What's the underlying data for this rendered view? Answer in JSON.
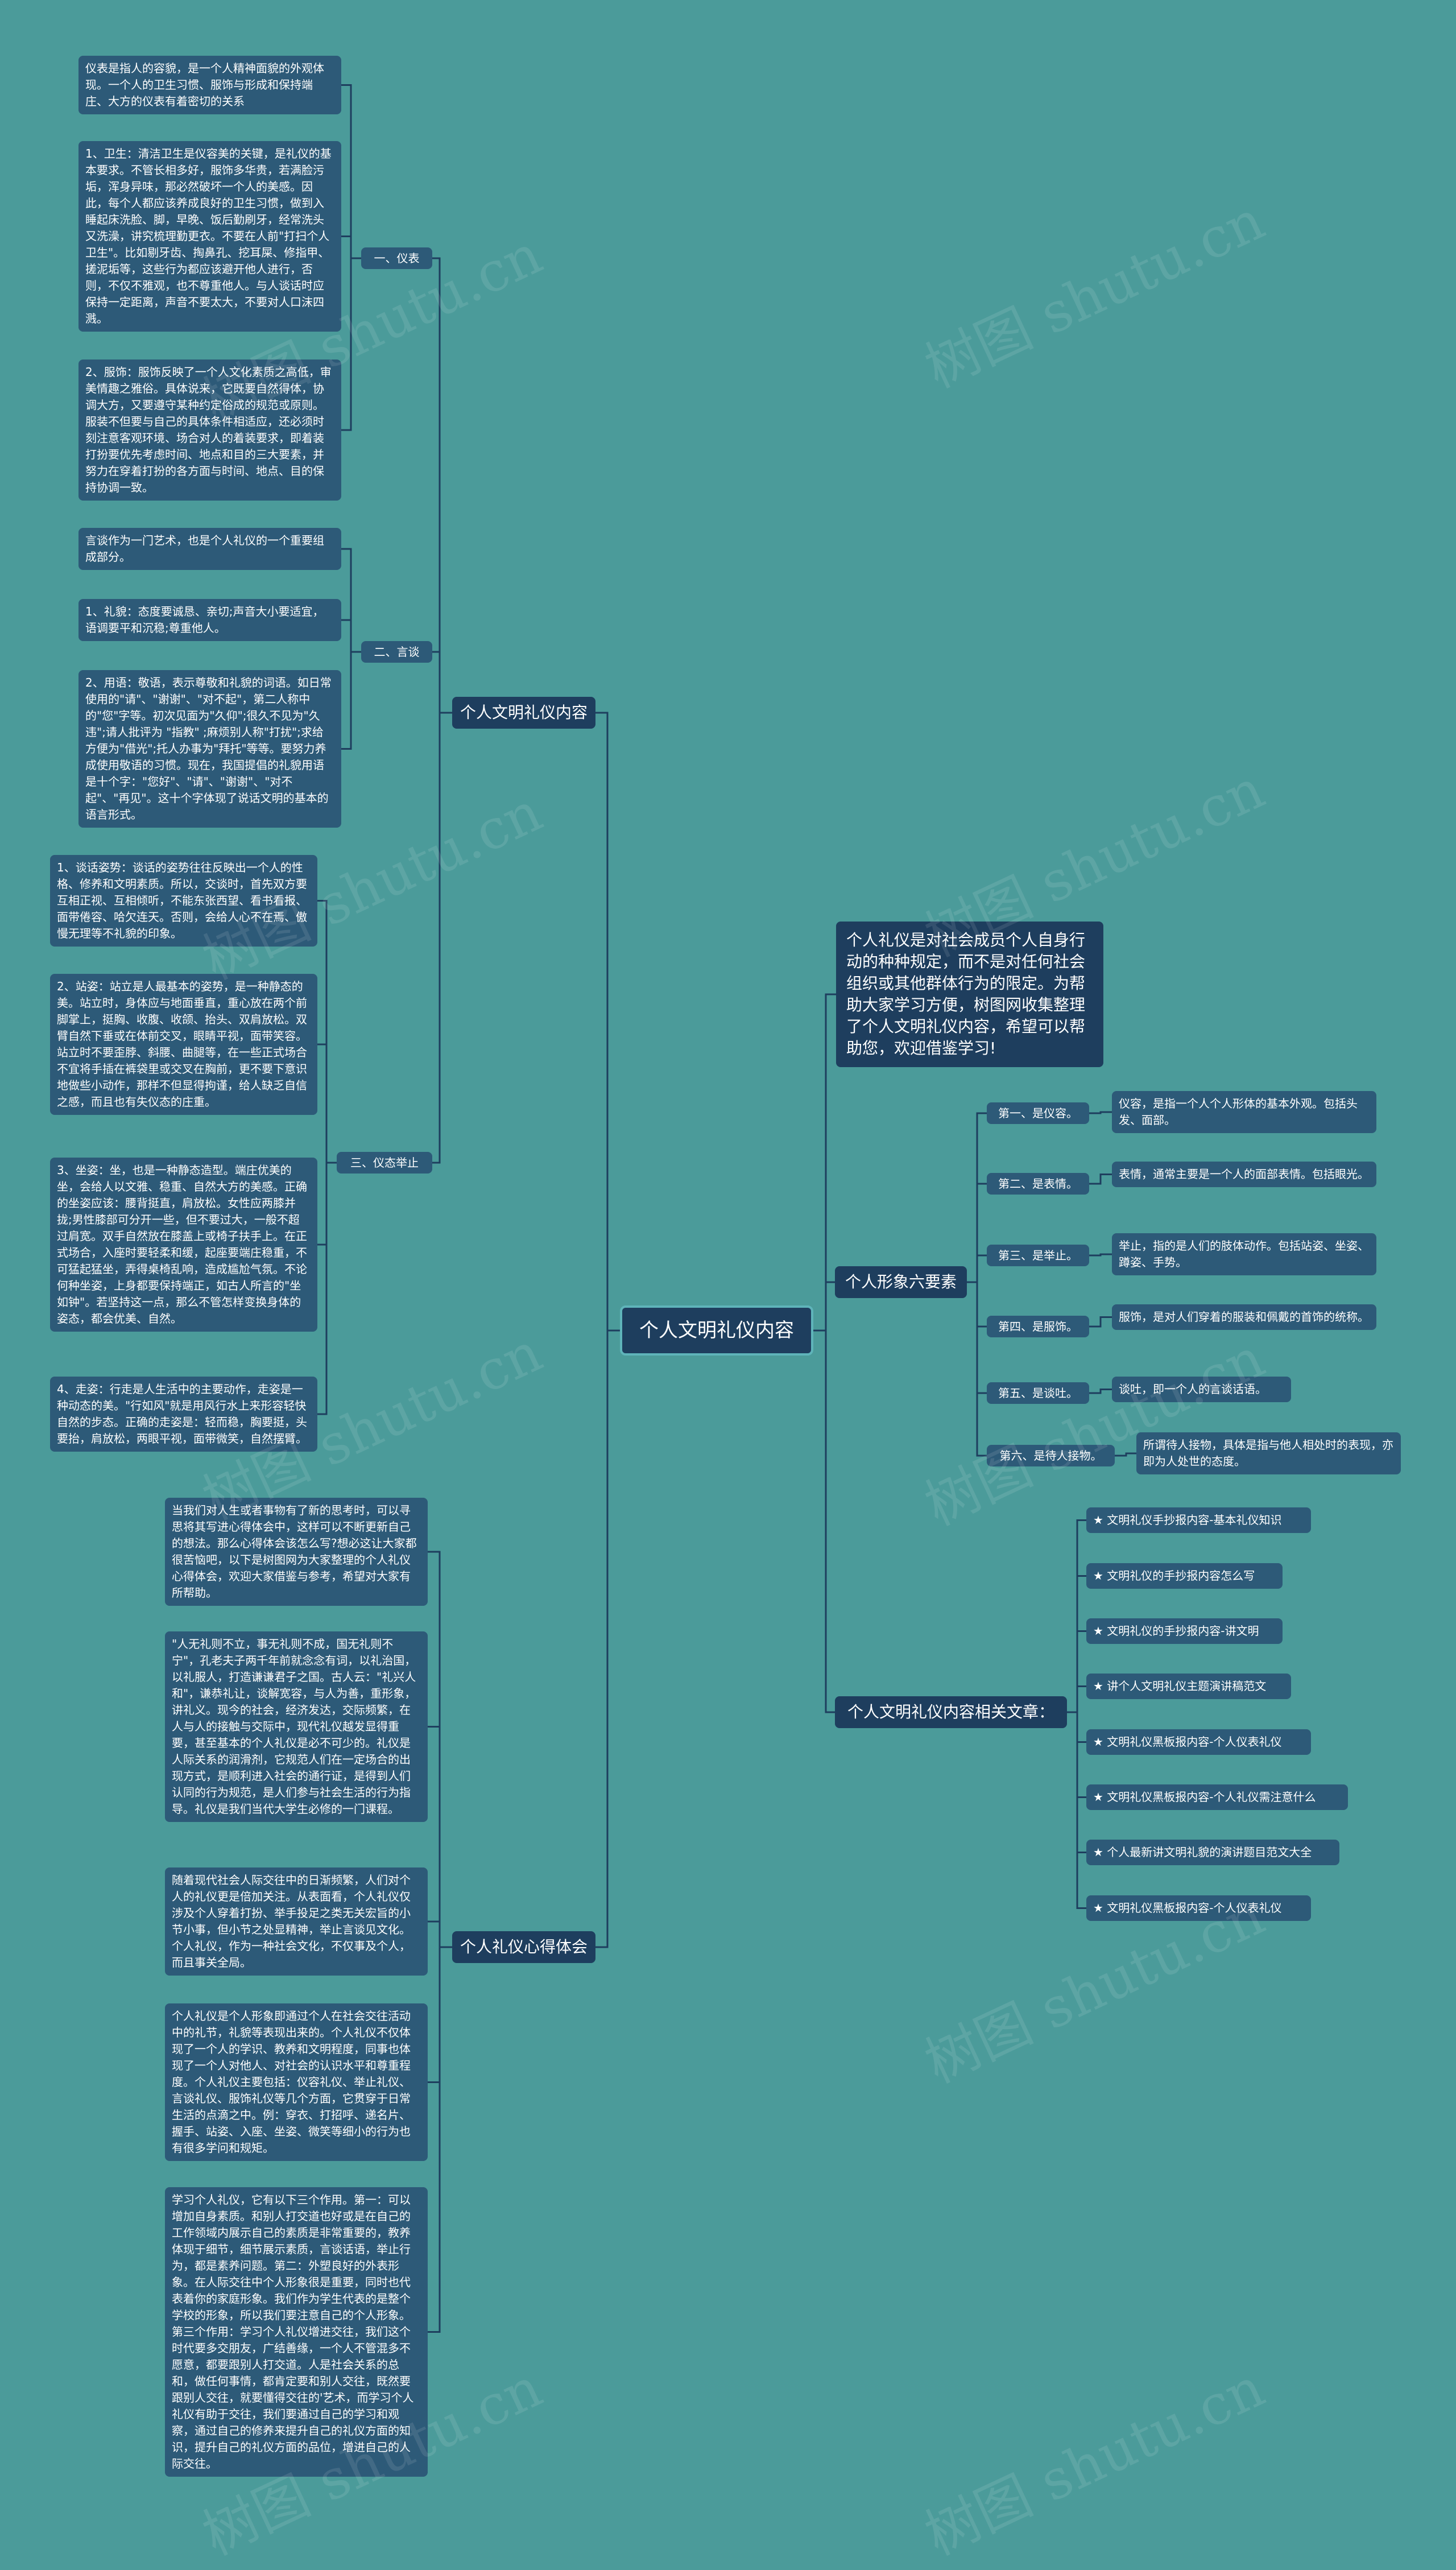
{
  "root": "个人文明礼仪内容",
  "intro": "个人礼仪是对社会成员个人自身行动的种种规定，而不是对任何社会组织或其他群体行为的限定。为帮助大家学习方便，树图网收集整理了个人文明礼仪内容，希望可以帮助您，欢迎借鉴学习!",
  "left": {
    "content": {
      "label": "个人文明礼仪内容",
      "groups": [
        {
          "label": "一、仪表",
          "items": [
            "仪表是指人的容貌，是一个人精神面貌的外观体现。一个人的卫生习惯、服饰与形成和保持端庄、大方的仪表有着密切的关系",
            "1、卫生：清洁卫生是仪容美的关键，是礼仪的基本要求。不管长相多好，服饰多华贵，若满脸污垢，浑身异味，那必然破坏一个人的美感。因此，每个人都应该养成良好的卫生习惯，做到入睡起床洗脸、脚，早晚、饭后勤刷牙，经常洗头又洗澡，讲究梳理勤更衣。不要在人前\"打扫个人卫生\"。比如剔牙齿、掏鼻孔、挖耳屎、修指甲、搓泥垢等，这些行为都应该避开他人进行，否则，不仅不雅观，也不尊重他人。与人谈话时应保持一定距离，声音不要太大，不要对人口沫四溅。",
            "2、服饰：服饰反映了一个人文化素质之高低，审美情趣之雅俗。具体说来，它既要自然得体，协调大方，又要遵守某种约定俗成的规范或原则。服装不但要与自己的具体条件相适应，还必须时刻注意客观环境、场合对人的着装要求，即着装打扮要优先考虑时间、地点和目的三大要素，并努力在穿着打扮的各方面与时间、地点、目的保持协调一致。"
          ]
        },
        {
          "label": "二、言谈",
          "items": [
            "言谈作为一门艺术，也是个人礼仪的一个重要组成部分。",
            "1、礼貌：态度要诚恳、亲切;声音大小要适宜，语调要平和沉稳;尊重他人。",
            "2、用语：敬语，表示尊敬和礼貌的词语。如日常使用的\"请\"、\"谢谢\"、\"对不起\"，第二人称中的\"您\"字等。初次见面为\"久仰\";很久不见为\"久违\";请人批评为 \"指教\" ;麻烦别人称\"打扰\";求给方便为\"借光\";托人办事为\"拜托\"等等。要努力养成使用敬语的习惯。现在，我国提倡的礼貌用语是十个字：\"您好\"、\"请\"、\"谢谢\"、\"对不起\"、\"再见\"。这十个字体现了说话文明的基本的语言形式。"
          ]
        },
        {
          "label": "三、仪态举止",
          "items": [
            "1、谈话姿势：谈话的姿势往往反映出一个人的性格、修养和文明素质。所以，交谈时，首先双方要互相正视、互相倾听，不能东张西望、看书看报、面带倦容、哈欠连天。否则，会给人心不在焉、傲慢无理等不礼貌的印象。",
            "2、站姿：站立是人最基本的姿势，是一种静态的美。站立时，身体应与地面垂直，重心放在两个前脚掌上，挺胸、收腹、收颌、抬头、双肩放松。双臂自然下垂或在体前交叉，眼睛平视，面带笑容。站立时不要歪脖、斜腰、曲腿等，在一些正式场合不宜将手插在裤袋里或交叉在胸前，更不要下意识地做些小动作，那样不但显得拘谨，给人缺乏自信之感，而且也有失仪态的庄重。",
            "3、坐姿：坐，也是一种静态造型。端庄优美的坐，会给人以文雅、稳重、自然大方的美感。正确的坐姿应该：腰背挺直，肩放松。女性应两膝并拢;男性膝部可分开一些，但不要过大，一般不超过肩宽。双手自然放在膝盖上或椅子扶手上。在正式场合，入座时要轻柔和缓，起座要端庄稳重，不可猛起猛坐，弄得桌椅乱响，造成尴尬气氛。不论何种坐姿，上身都要保持端正，如古人所言的\"坐如钟\"。若坚持这一点，那么不管怎样变换身体的姿态，都会优美、自然。",
            "4、走姿：行走是人生活中的主要动作，走姿是一种动态的美。\"行如风\"就是用风行水上来形容轻快自然的步态。正确的走姿是：轻而稳，胸要挺，头要抬，肩放松，两眼平视，面带微笑，自然摆臂。"
          ]
        }
      ]
    },
    "reflection": {
      "label": "个人礼仪心得体会",
      "items": [
        "当我们对人生或者事物有了新的思考时，可以寻思将其写进心得体会中，这样可以不断更新自己的想法。那么心得体会该怎么写?想必这让大家都很苦恼吧，以下是树图网为大家整理的个人礼仪心得体会，欢迎大家借鉴与参考，希望对大家有所帮助。",
        "\"人无礼则不立，事无礼则不成，国无礼则不宁\"，孔老夫子两千年前就念念有词，以礼治国，以礼服人，打造谦谦君子之国。古人云：\"礼兴人和\"，谦恭礼让，谈解宽容，与人为善，重形象，讲礼义。现今的社会，经济发达，交际频繁，在人与人的接触与交际中，现代礼仪越发显得重要，甚至基本的个人礼仪是必不可少的。礼仪是人际关系的润滑剂，它规范人们在一定场合的出现方式，是顺利进入社会的通行证，是得到人们认同的行为规范，是人们参与社会生活的行为指导。礼仪是我们当代大学生必修的一门课程。",
        "随着现代社会人际交往中的日渐频繁，人们对个人的礼仪更是倍加关注。从表面看，个人礼仪仅涉及个人穿着打扮、举手投足之类无关宏旨的小节小事，但小节之处显精神，举止言谈见文化。个人礼仪，作为一种社会文化，不仅事及个人，而且事关全局。",
        "个人礼仪是个人形象即通过个人在社会交往活动中的礼节，礼貌等表现出来的。个人礼仪不仅体现了一个人的学识、教养和文明程度，同事也体现了一个人对他人、对社会的认识水平和尊重程度。个人礼仪主要包括：仪容礼仪、举止礼仪、言谈礼仪、服饰礼仪等几个方面，它贯穿于日常生活的点滴之中。例：穿衣、打招呼、递名片、握手、站姿、入座、坐姿、微笑等细小的行为也有很多学问和规矩。",
        "学习个人礼仪，它有以下三个作用。第一：可以增加自身素质。和别人打交道也好或是在自己的工作领域内展示自己的素质是非常重要的，教养体现于细节，细节展示素质，言谈话语，举止行为，都是素养问题。第二：外塑良好的外表形象。在人际交往中个人形象很是重要，同时也代表着你的家庭形象。我们作为学生代表的是整个学校的形象，所以我们要注意自己的个人形象。第三个作用：学习个人礼仪增进交往，我们这个时代要多交朋友，广结善缘，一个人不管混多不愿意，都要跟别人打交道。人是社会关系的总和，做任何事情，都肯定要和别人交往，既然要跟别人交往，就要懂得交往的'艺术，而学习个人礼仪有助于交往，我们要通过自己的学习和观察，通过自己的修养来提升自己的礼仪方面的知识，提升自己的礼仪方面的品位，增进自己的人际交往。"
      ]
    }
  },
  "right": {
    "six": {
      "label": "个人形象六要素",
      "items": [
        {
          "k": "第一、是仪容。",
          "v": "仪容，是指一个人个人形体的基本外观。包括头发、面部。"
        },
        {
          "k": "第二、是表情。",
          "v": "表情，通常主要是一个人的面部表情。包括眼光。"
        },
        {
          "k": "第三、是举止。",
          "v": "举止，指的是人们的肢体动作。包括站姿、坐姿、蹲姿、手势。"
        },
        {
          "k": "第四、是服饰。",
          "v": "服饰，是对人们穿着的服装和佩戴的首饰的统称。"
        },
        {
          "k": "第五、是谈吐。",
          "v": "谈吐，即一个人的言谈话语。"
        },
        {
          "k": "第六、是待人接物。",
          "v": "所谓待人接物，具体是指与他人相处时的表现，亦即为人处世的态度。"
        }
      ]
    },
    "related": {
      "label": "个人文明礼仪内容相关文章：",
      "items": [
        "★ 文明礼仪手抄报内容-基本礼仪知识",
        "★ 文明礼仪的手抄报内容怎么写",
        "★ 文明礼仪的手抄报内容-讲文明",
        "★ 讲个人文明礼仪主题演讲稿范文",
        "★ 文明礼仪黑板报内容-个人仪表礼仪",
        "★ 文明礼仪黑板报内容-个人礼仪需注意什么",
        "★ 个人最新讲文明礼貌的演讲题目范文大全",
        "★ 文明礼仪黑板报内容-个人仪表礼仪"
      ]
    }
  },
  "watermark": "树图 shutu.cn",
  "colors": {
    "background": "#4b9b9a",
    "node": "#2d5a78",
    "root": "#1e3e5e",
    "line": "#1e3e5e"
  }
}
